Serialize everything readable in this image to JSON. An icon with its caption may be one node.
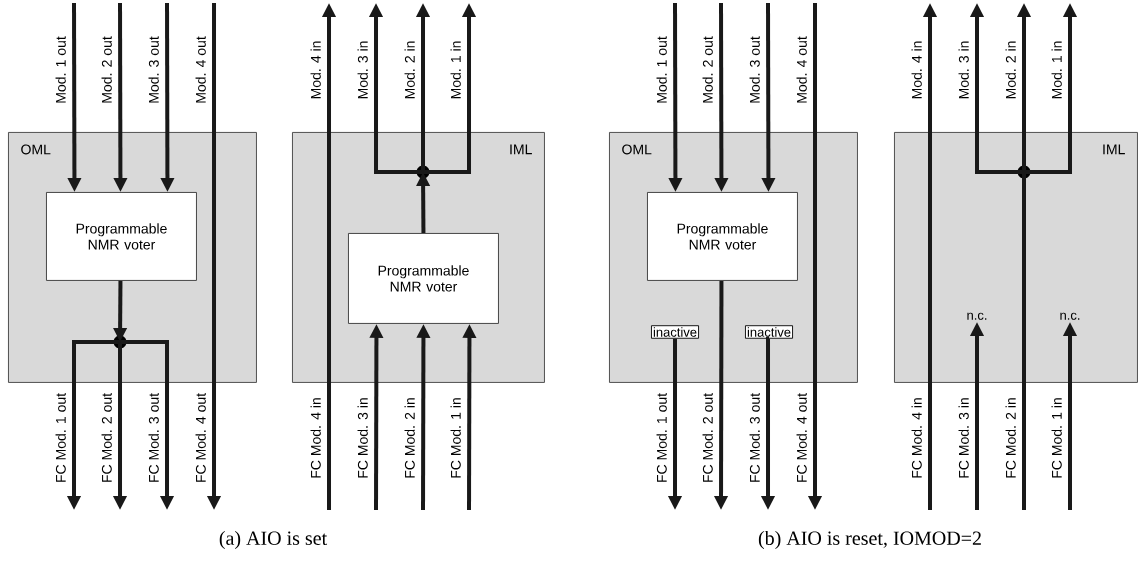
{
  "diagram": {
    "nodes": [
      {
        "text": [
          "OML"
        ]
      },
      {
        "text": [
          "Programmable NMR voter"
        ],
        "in": 0
      },
      {
        "text": [],
        "shape": "circle",
        "in": 0
      },
      {
        "text": [
          "IML"
        ]
      },
      {
        "text": [
          "Programmable NMR voter"
        ],
        "in": 3
      },
      {
        "text": [],
        "shape": "circle",
        "in": 3
      },
      {
        "text": [
          "OML"
        ]
      },
      {
        "text": [
          "Programmable NMR voter"
        ],
        "in": 6
      },
      {
        "text": [
          "inactive"
        ],
        "in": 6
      },
      {
        "text": [
          "inactive"
        ],
        "in": 6
      },
      {
        "text": [
          "IML"
        ]
      },
      {
        "text": [],
        "shape": "circle",
        "in": 10
      },
      {
        "text": [
          "n.c."
        ],
        "in": 10
      },
      {
        "text": [
          "n.c."
        ],
        "in": 10
      },
      {
        "text": [
          "Mod. 1 out"
        ]
      },
      {
        "text": [
          "Mod. 2 out"
        ]
      },
      {
        "text": [
          "Mod. 3 out"
        ]
      },
      {
        "text": [
          "Mod. 4 out"
        ]
      },
      {
        "text": [
          "Mod. 4 in"
        ]
      },
      {
        "text": [
          "Mod. 3 in"
        ]
      },
      {
        "text": [
          "Mod. 2 in"
        ]
      },
      {
        "text": [
          "Mod. 1 in"
        ]
      },
      {
        "text": [
          "FC Mod. 1 out"
        ]
      },
      {
        "text": [
          "FC Mod. 2 out"
        ]
      },
      {
        "text": [
          "FC Mod. 3 out"
        ]
      },
      {
        "text": [
          "FC Mod. 4 out"
        ]
      },
      {
        "text": [
          "FC Mod. 4 in"
        ]
      },
      {
        "text": [
          "FC Mod. 3 in"
        ]
      },
      {
        "text": [
          "FC Mod. 2 in"
        ]
      },
      {
        "text": [
          "FC Mod. 1 in"
        ]
      },
      {
        "text": [
          "Mod. 1 out"
        ]
      },
      {
        "text": [
          "Mod. 2 out"
        ]
      },
      {
        "text": [
          "Mod. 3 out"
        ]
      },
      {
        "text": [
          "Mod. 4 out"
        ]
      },
      {
        "text": [
          "Mod. 4 in"
        ]
      },
      {
        "text": [
          "Mod. 3 in"
        ]
      },
      {
        "text": [
          "Mod. 2 in"
        ]
      },
      {
        "text": [
          "Mod. 1 in"
        ]
      },
      {
        "text": [
          "FC Mod. 1 out"
        ]
      },
      {
        "text": [
          "FC Mod. 2 out"
        ]
      },
      {
        "text": [
          "FC Mod. 3 out"
        ]
      },
      {
        "text": [
          "FC Mod. 4 out"
        ]
      },
      {
        "text": [
          "FC Mod. 4 in"
        ]
      },
      {
        "text": [
          "FC Mod. 3 in"
        ]
      },
      {
        "text": [
          "FC Mod. 2 in"
        ]
      },
      {
        "text": [
          "FC Mod. 1 in"
        ]
      }
    ],
    "edges": [
      {
        "from": 14,
        "to": 1,
        "arrow": "to"
      },
      {
        "from": 15,
        "to": 1,
        "arrow": "to"
      },
      {
        "from": 16,
        "to": 1,
        "arrow": "to"
      },
      {
        "from": 17,
        "to": 25,
        "arrow": "to"
      },
      {
        "from": 1,
        "to": 2,
        "arrow": "to"
      },
      {
        "from": 2,
        "to": 22,
        "arrow": "to"
      },
      {
        "from": 2,
        "to": 23,
        "arrow": "to"
      },
      {
        "from": 2,
        "to": 24,
        "arrow": "to"
      },
      {
        "from": 26,
        "to": 18,
        "arrow": "to"
      },
      {
        "from": 27,
        "to": 4,
        "arrow": "to"
      },
      {
        "from": 28,
        "to": 4,
        "arrow": "to"
      },
      {
        "from": 29,
        "to": 4,
        "arrow": "to"
      },
      {
        "from": 4,
        "to": 5,
        "arrow": "to"
      },
      {
        "from": 5,
        "to": 19,
        "arrow": "to"
      },
      {
        "from": 5,
        "to": 20,
        "arrow": "to"
      },
      {
        "from": 5,
        "to": 21,
        "arrow": "to"
      },
      {
        "from": 30,
        "to": 7,
        "arrow": "to"
      },
      {
        "from": 31,
        "to": 7,
        "arrow": "to"
      },
      {
        "from": 32,
        "to": 7,
        "arrow": "to"
      },
      {
        "from": 33,
        "to": 41,
        "arrow": "to"
      },
      {
        "from": 7,
        "to": 39,
        "arrow": "to"
      },
      {
        "from": 8,
        "to": 38,
        "arrow": "to"
      },
      {
        "from": 9,
        "to": 40,
        "arrow": "to"
      },
      {
        "from": 42,
        "to": 34,
        "arrow": "to"
      },
      {
        "from": 43,
        "to": 12,
        "arrow": "to"
      },
      {
        "from": 44,
        "to": 11,
        "arrow": "none"
      },
      {
        "from": 45,
        "to": 13,
        "arrow": "to"
      },
      {
        "from": 11,
        "to": 35,
        "arrow": "to"
      },
      {
        "from": 11,
        "to": 36,
        "arrow": "to"
      },
      {
        "from": 11,
        "to": 37,
        "arrow": "to"
      }
    ],
    "labels": [
      "(a) AIO is set",
      "(b) AIO is reset, IOMOD=2"
    ]
  }
}
